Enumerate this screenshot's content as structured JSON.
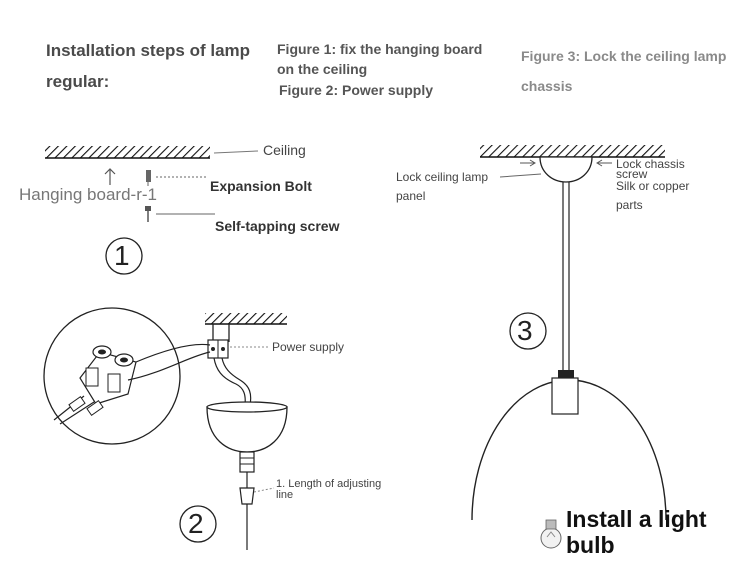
{
  "header": {
    "title_line1": "Installation steps of lamp",
    "title_line2": "regular:",
    "figure1_line1": "Figure 1: fix the hanging board",
    "figure1_line2": "on the ceiling",
    "figure2": "Figure 2: Power supply",
    "figure3_line1": "Figure 3: Lock the ceiling lamp",
    "figure3_line2": "chassis"
  },
  "step1": {
    "number": "1",
    "ceiling": "Ceiling",
    "hanging_board": "Hanging board-r-1",
    "expansion_bolt": "Expansion Bolt",
    "self_tapping_screw": "Self-tapping screw"
  },
  "step2": {
    "number": "2",
    "power_supply": "Power supply",
    "adjusting_line_1": "1. Length of adjusting",
    "adjusting_line_2": "line"
  },
  "step3": {
    "number": "3",
    "lock_panel_1": "Lock ceiling lamp",
    "lock_panel_2": "panel",
    "lock_chassis_1": "Lock chassis",
    "lock_chassis_2": "screw",
    "silk_copper_1": "Silk or copper",
    "silk_copper_2": "parts",
    "install_bulb_1": "Install a light",
    "install_bulb_2": "bulb"
  }
}
